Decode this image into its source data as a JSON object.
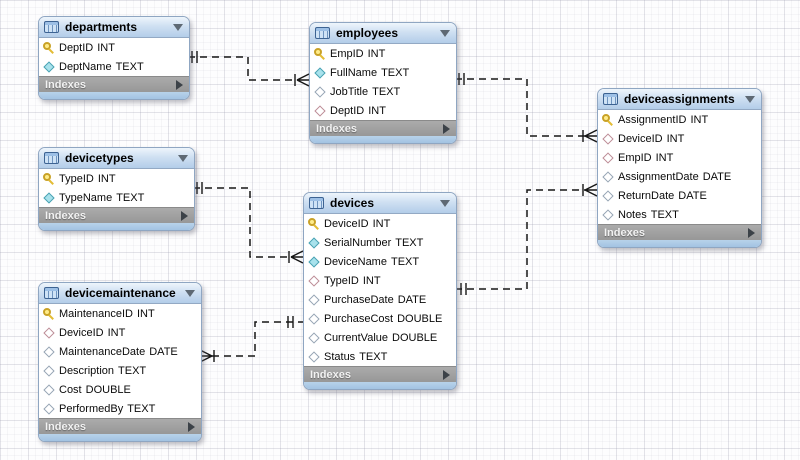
{
  "diagram": {
    "indexes_label": "Indexes",
    "colors": {
      "header_blue": "#b3cde9",
      "footer_blue": "#a9c7e3",
      "indexes_gray": "#9f9f9f",
      "primary_key_yellow": "#ffec8a",
      "notnull_cyan": "#a8e2ec",
      "foreign_key_rose": "#bd8c96",
      "connector_black": "#161616"
    }
  },
  "tables": [
    {
      "title": "departments",
      "fields": [
        {
          "icon": "primary-key-icon",
          "name": "DeptID",
          "type": "INT"
        },
        {
          "icon": "column-notnull-icon",
          "name": "DeptName",
          "type": "TEXT"
        }
      ]
    },
    {
      "title": "employees",
      "fields": [
        {
          "icon": "primary-key-icon",
          "name": "EmpID",
          "type": "INT"
        },
        {
          "icon": "column-notnull-icon",
          "name": "FullName",
          "type": "TEXT"
        },
        {
          "icon": "column-nullable-icon",
          "name": "JobTitle",
          "type": "TEXT"
        },
        {
          "icon": "foreign-key-icon",
          "name": "DeptID",
          "type": "INT"
        }
      ]
    },
    {
      "title": "devicetypes",
      "fields": [
        {
          "icon": "primary-key-icon",
          "name": "TypeID",
          "type": "INT"
        },
        {
          "icon": "column-notnull-icon",
          "name": "TypeName",
          "type": "TEXT"
        }
      ]
    },
    {
      "title": "devices",
      "fields": [
        {
          "icon": "primary-key-icon",
          "name": "DeviceID",
          "type": "INT"
        },
        {
          "icon": "column-notnull-icon",
          "name": "SerialNumber",
          "type": "TEXT"
        },
        {
          "icon": "column-notnull-icon",
          "name": "DeviceName",
          "type": "TEXT"
        },
        {
          "icon": "foreign-key-icon",
          "name": "TypeID",
          "type": "INT"
        },
        {
          "icon": "column-nullable-icon",
          "name": "PurchaseDate",
          "type": "DATE"
        },
        {
          "icon": "column-nullable-icon",
          "name": "PurchaseCost",
          "type": "DOUBLE"
        },
        {
          "icon": "column-nullable-icon",
          "name": "CurrentValue",
          "type": "DOUBLE"
        },
        {
          "icon": "column-nullable-icon",
          "name": "Status",
          "type": "TEXT"
        }
      ]
    },
    {
      "title": "devicemaintenance",
      "fields": [
        {
          "icon": "primary-key-icon",
          "name": "MaintenanceID",
          "type": "INT"
        },
        {
          "icon": "foreign-key-icon",
          "name": "DeviceID",
          "type": "INT"
        },
        {
          "icon": "column-nullable-icon",
          "name": "MaintenanceDate",
          "type": "DATE"
        },
        {
          "icon": "column-nullable-icon",
          "name": "Description",
          "type": "TEXT"
        },
        {
          "icon": "column-nullable-icon",
          "name": "Cost",
          "type": "DOUBLE"
        },
        {
          "icon": "column-nullable-icon",
          "name": "PerformedBy",
          "type": "TEXT"
        }
      ]
    },
    {
      "title": "deviceassignments",
      "fields": [
        {
          "icon": "primary-key-icon",
          "name": "AssignmentID",
          "type": "INT"
        },
        {
          "icon": "foreign-key-icon",
          "name": "DeviceID",
          "type": "INT"
        },
        {
          "icon": "foreign-key-icon",
          "name": "EmpID",
          "type": "INT"
        },
        {
          "icon": "column-nullable-icon",
          "name": "AssignmentDate",
          "type": "DATE"
        },
        {
          "icon": "column-nullable-icon",
          "name": "ReturnDate",
          "type": "DATE"
        },
        {
          "icon": "column-nullable-icon",
          "name": "Notes",
          "type": "TEXT"
        }
      ]
    }
  ],
  "relationships": [
    {
      "from": "departments",
      "to": "employees",
      "cardinality": "one-to-many",
      "line": "dashed"
    },
    {
      "from": "devicetypes",
      "to": "devices",
      "cardinality": "one-to-many",
      "line": "dashed"
    },
    {
      "from": "devices",
      "to": "devicemaintenance",
      "cardinality": "one-to-many",
      "line": "dashed"
    },
    {
      "from": "employees",
      "to": "deviceassignments",
      "cardinality": "one-to-many",
      "line": "dashed"
    },
    {
      "from": "devices",
      "to": "deviceassignments",
      "cardinality": "one-to-many",
      "line": "dashed"
    }
  ]
}
